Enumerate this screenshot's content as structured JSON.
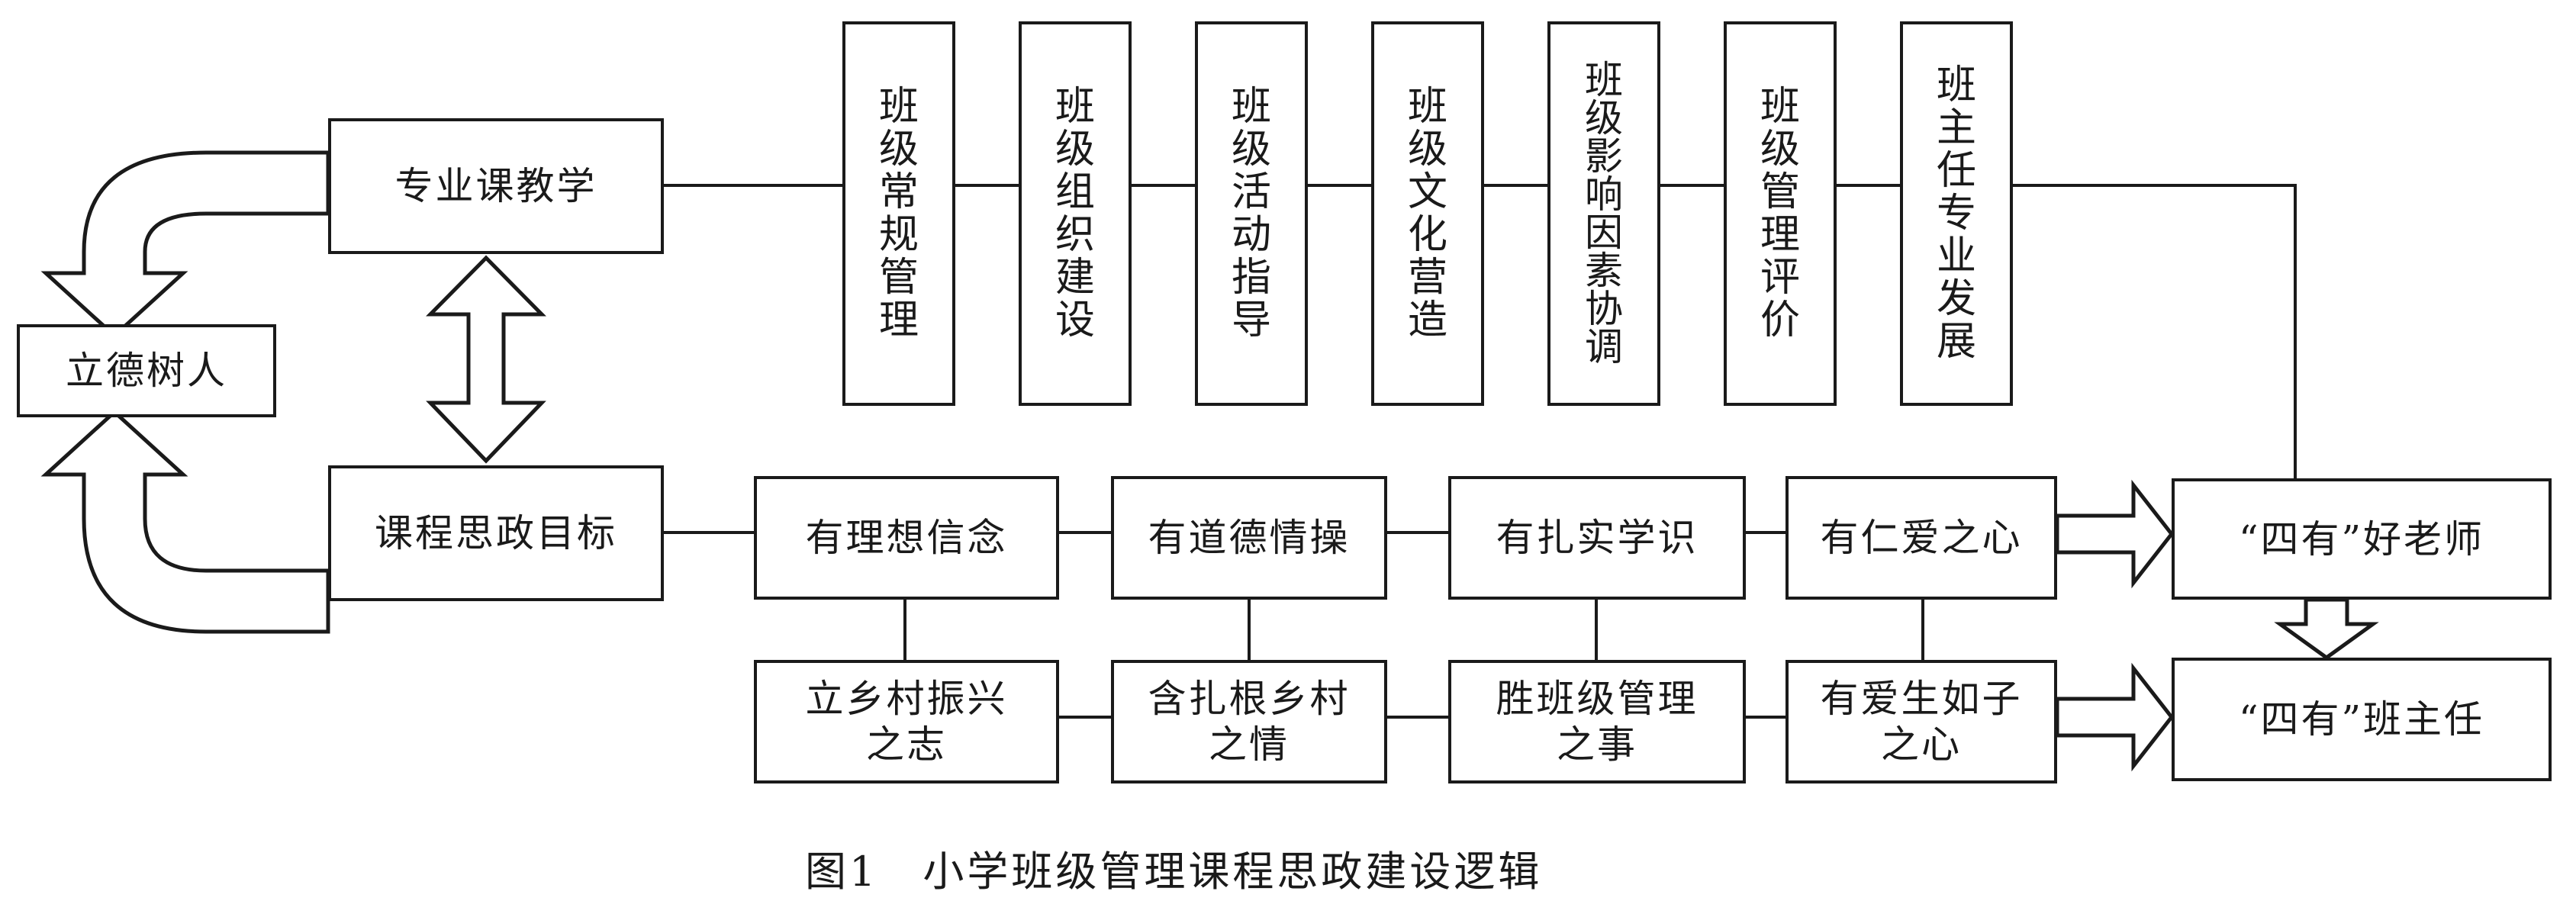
{
  "nodes": {
    "lide": "立德树人",
    "zhuanye": "专业课教学",
    "kecheng": "课程思政目标",
    "sihao_teacher": "“四有”好老师",
    "sihao_headteacher": "“四有”班主任"
  },
  "modules": [
    "班\n级\n常\n规\n管\n理",
    "班\n级\n组\n织\n建\n设",
    "班\n级\n活\n动\n指\n导",
    "班\n级\n文\n化\n营\n造",
    "班\n级\n影\n响\n因\n素\n协\n调",
    "班\n级\n管\n理\n评\n价",
    "班\n主\n任\n专\n业\n发\n展"
  ],
  "row1": [
    "有理想信念",
    "有道德情操",
    "有扎实学识",
    "有仁爱之心"
  ],
  "row2": [
    "立乡村振兴\n之志",
    "含扎根乡村\n之情",
    "胜班级管理\n之事",
    "有爱生如子\n之心"
  ],
  "caption": "图1　小学班级管理课程思政建设逻辑"
}
